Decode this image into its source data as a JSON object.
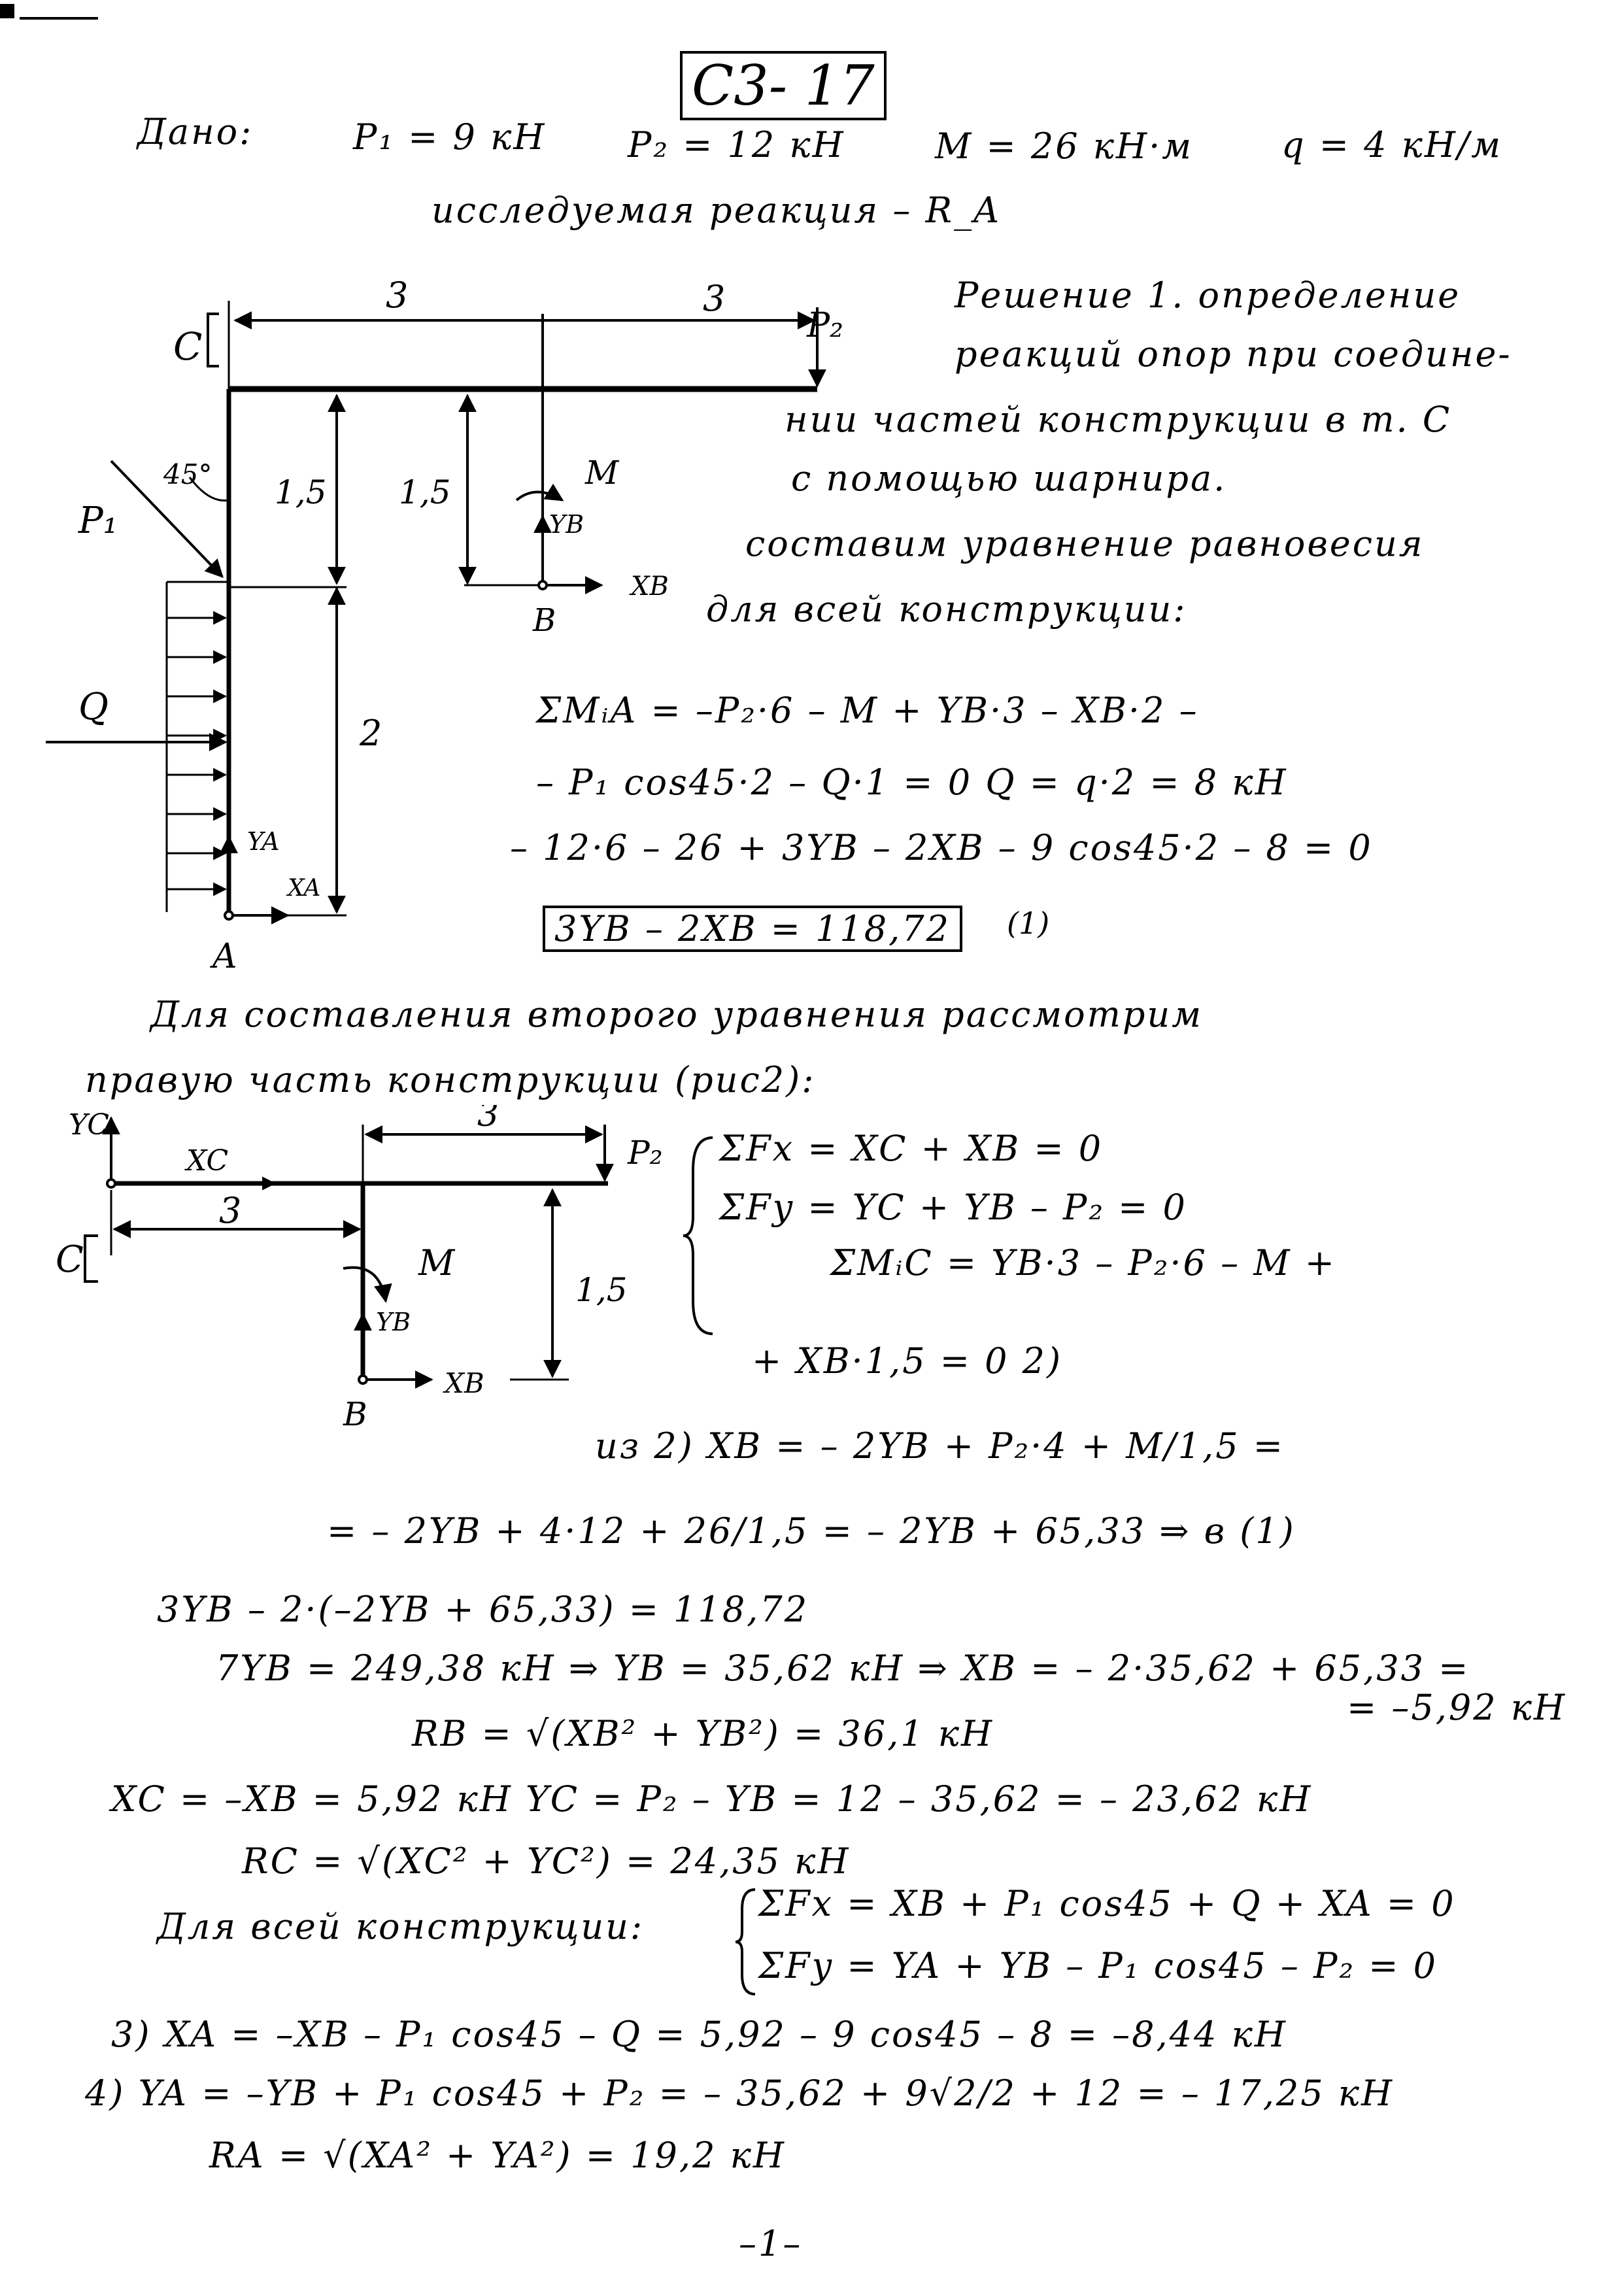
{
  "header": {
    "title": "С3- 17"
  },
  "given": {
    "label": "Дано:",
    "p1": "P₁ = 9 кН",
    "p2": "P₂ = 12 кН",
    "m": "M = 26 кН·м",
    "q": "q = 4 кН/м",
    "reaction": "исследуемая реакция – R_A"
  },
  "figure1": {
    "dim_top_left": "3",
    "dim_top_right": "3",
    "label_C": "C",
    "label_P2": "P₂",
    "label_P1": "P₁",
    "angle": "45°",
    "dim_15_left": "1,5",
    "dim_15_mid": "1,5",
    "label_M": "M",
    "label_YB": "YB",
    "label_XB": "XB",
    "label_B": "B",
    "label_Q": "Q",
    "dim_2": "2",
    "label_YA": "YA",
    "label_XA": "XA",
    "label_A": "A"
  },
  "solution_intro": [
    "Решение 1. определение",
    "реакций опор при соедине-",
    "нии частей конструкции в т. C",
    "с помощью шарнира."
  ],
  "equilibrium_intro": [
    "составим уравнение равновесия",
    "для всей конструкции:"
  ],
  "eq_lines": {
    "line1": "ΣMᵢA = –P₂·6 – M + YB·3 – XB·2 –",
    "line2": "– P₁ cos45·2 – Q·1 = 0     Q = q·2 = 8 кН",
    "line3": "– 12·6 – 26 + 3YB – 2XB – 9 cos45·2 – 8 = 0",
    "boxed": "3YB – 2XB = 118,72",
    "boxed_num": "(1)"
  },
  "second_intro": [
    "Для составления второго уравнения рассмотрим",
    "правую часть конструкции (рис2):"
  ],
  "figure2": {
    "label_YC": "YC",
    "label_XC": "XC",
    "label_C": "C",
    "dim_3_left": "3",
    "dim_3_top": "3",
    "label_P2": "P₂",
    "dim_15": "1,5",
    "label_M": "M",
    "label_YB": "YB",
    "label_XB": "XB",
    "label_B": "B"
  },
  "system": {
    "fx": "ΣFx = XC + XB = 0",
    "fy": "ΣFy = YC + YB – P₂ = 0",
    "mc": "ΣMᵢC = YB·3 – P₂·6 – M +",
    "mc2": "+ XB·1,5 = 0     2)"
  },
  "solution_lines": [
    "из 2)  XB = – 2YB + P₂·4 + M/1,5 =",
    "= – 2YB + 4·12 + 26/1,5 = – 2YB + 65,33 ⇒ в (1)",
    "3YB – 2·(–2YB + 65,33) = 118,72",
    "7YB = 249,38 кН ⇒ YB = 35,62 кН   ⇒  XB = – 2·35,62 + 65,33 =",
    "= –5,92 кН",
    "RB = √(XB² + YB²) = 36,1 кН",
    "XC = –XB = 5,92 кН       YC = P₂ – YB = 12 – 35,62 = – 23,62 кН",
    "RC = √(XC² + YC²) = 24,35 кН"
  ],
  "whole": {
    "label": "Для всей конструкции:",
    "fx": "ΣFx = XB + P₁ cos45 + Q + XA = 0",
    "fy": "ΣFy = YA + YB – P₁ cos45 – P₂ = 0"
  },
  "final_lines": [
    "3) XA = –XB – P₁ cos45 – Q = 5,92 – 9 cos45 – 8 = –8,44 кН",
    "4) YA = –YB + P₁ cos45 + P₂ = – 35,62 + 9√2/2 + 12 = – 17,25 кН",
    "RA = √(XA² + YA²) = 19,2 кН"
  ],
  "footer": {
    "page": "–1–"
  }
}
